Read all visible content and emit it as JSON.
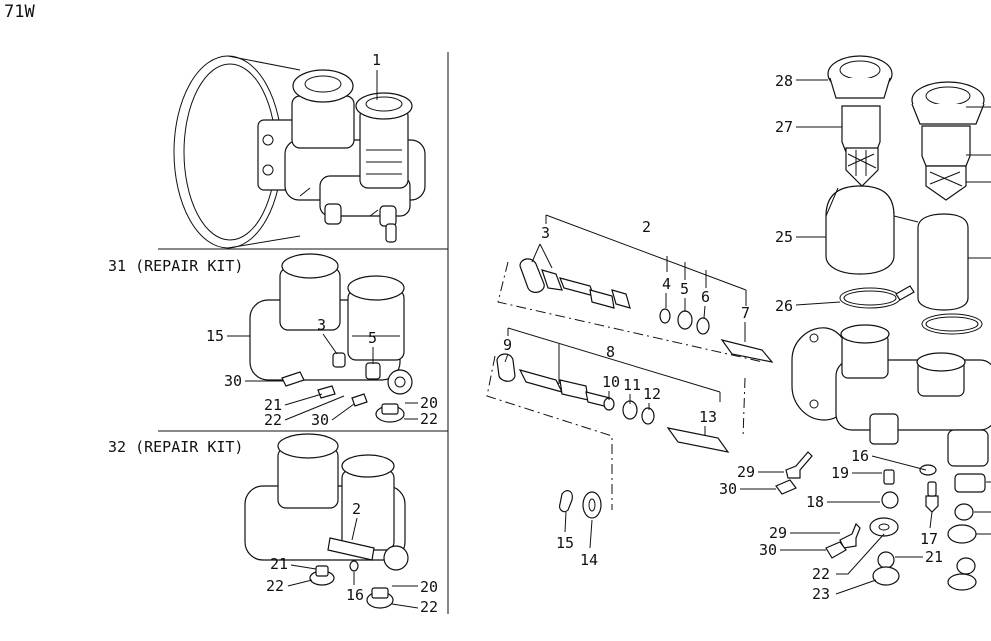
{
  "header": {
    "code": "71W"
  },
  "kits": {
    "kit31": "31 (REPAIR KIT)",
    "kit32": "32 (REPAIR KIT)"
  },
  "callouts": {
    "c1": "1",
    "p31_15": "15",
    "p31_3": "3",
    "p31_5": "5",
    "p31_30a": "30",
    "p31_21": "21",
    "p31_22a": "22",
    "p31_30b": "30",
    "p31_20": "20",
    "p31_22b": "22",
    "p32_2": "2",
    "p32_21": "21",
    "p32_22a": "22",
    "p32_16": "16",
    "p32_20": "20",
    "p32_22b": "22",
    "m2": "2",
    "m3": "3",
    "m4": "4",
    "m5": "5",
    "m6": "6",
    "m7": "7",
    "m8": "8",
    "m9": "9",
    "m10": "10",
    "m11": "11",
    "m12": "12",
    "m13": "13",
    "m15": "15",
    "m14": "14",
    "r28": "28",
    "r27": "27",
    "r25": "25",
    "r26": "26",
    "r16": "16",
    "r19": "19",
    "r29a": "29",
    "r30a": "30",
    "r18": "18",
    "r29b": "29",
    "r30b": "30",
    "r17": "17",
    "r21": "21",
    "r22": "22",
    "r23": "23"
  }
}
